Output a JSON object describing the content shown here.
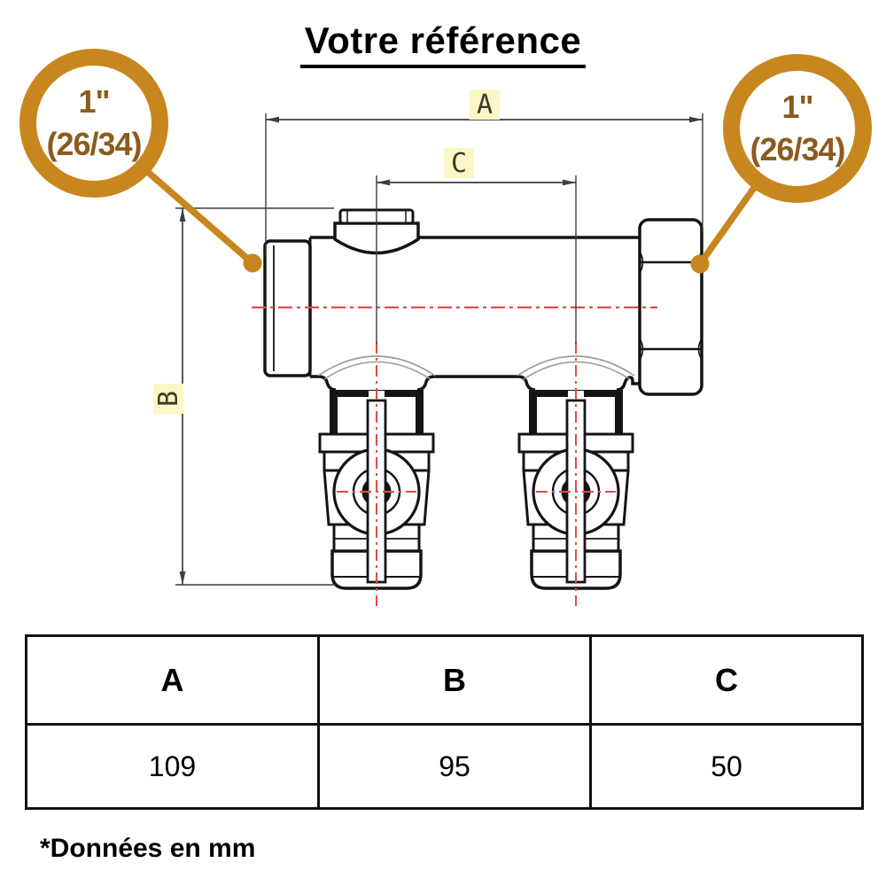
{
  "title": "Votre référence",
  "badges": {
    "left": {
      "line1": "1\"",
      "line2": "(26/34)"
    },
    "right": {
      "line1": "1\"",
      "line2": "(26/34)"
    }
  },
  "diagram": {
    "label_a": "A",
    "label_b": "B",
    "label_c": "C"
  },
  "table": {
    "headers": [
      "A",
      "B",
      "C"
    ],
    "values": [
      "109",
      "95",
      "50"
    ]
  },
  "footnote": "*Données en mm",
  "colors": {
    "accent": "#c8861e",
    "accent_text": "#8b5b1e",
    "centerline_red": "#e14b47",
    "outline": "#141414",
    "dimension_line": "#3d3d3d",
    "label_highlight": "#fbf7c6"
  }
}
